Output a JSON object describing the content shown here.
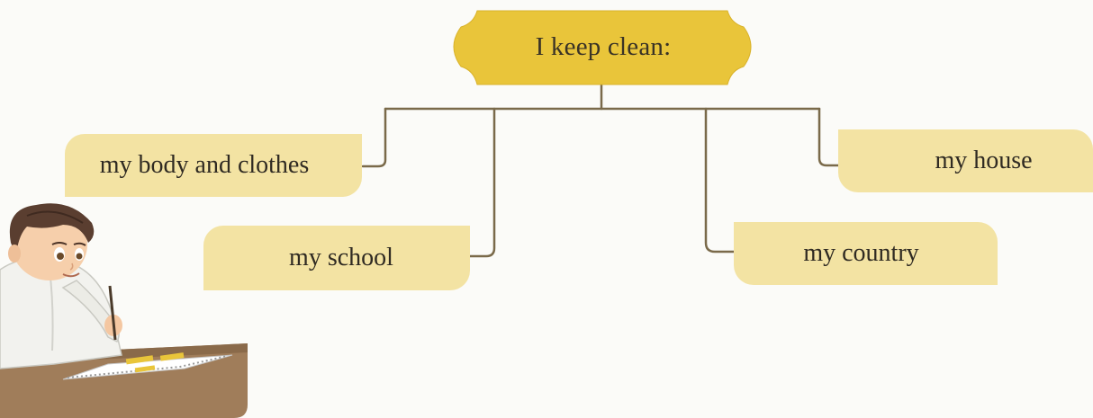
{
  "diagram": {
    "title": "I keep clean:",
    "items": [
      {
        "label": "my body and clothes"
      },
      {
        "label": "my school"
      },
      {
        "label": "my country"
      },
      {
        "label": "my house"
      }
    ]
  },
  "colors": {
    "plaque_fill": "#e9c53a",
    "box_fill": "#f3e3a3",
    "connector": "#7a6a4a"
  },
  "illustration": {
    "subject": "boy-drawing-at-desk"
  }
}
